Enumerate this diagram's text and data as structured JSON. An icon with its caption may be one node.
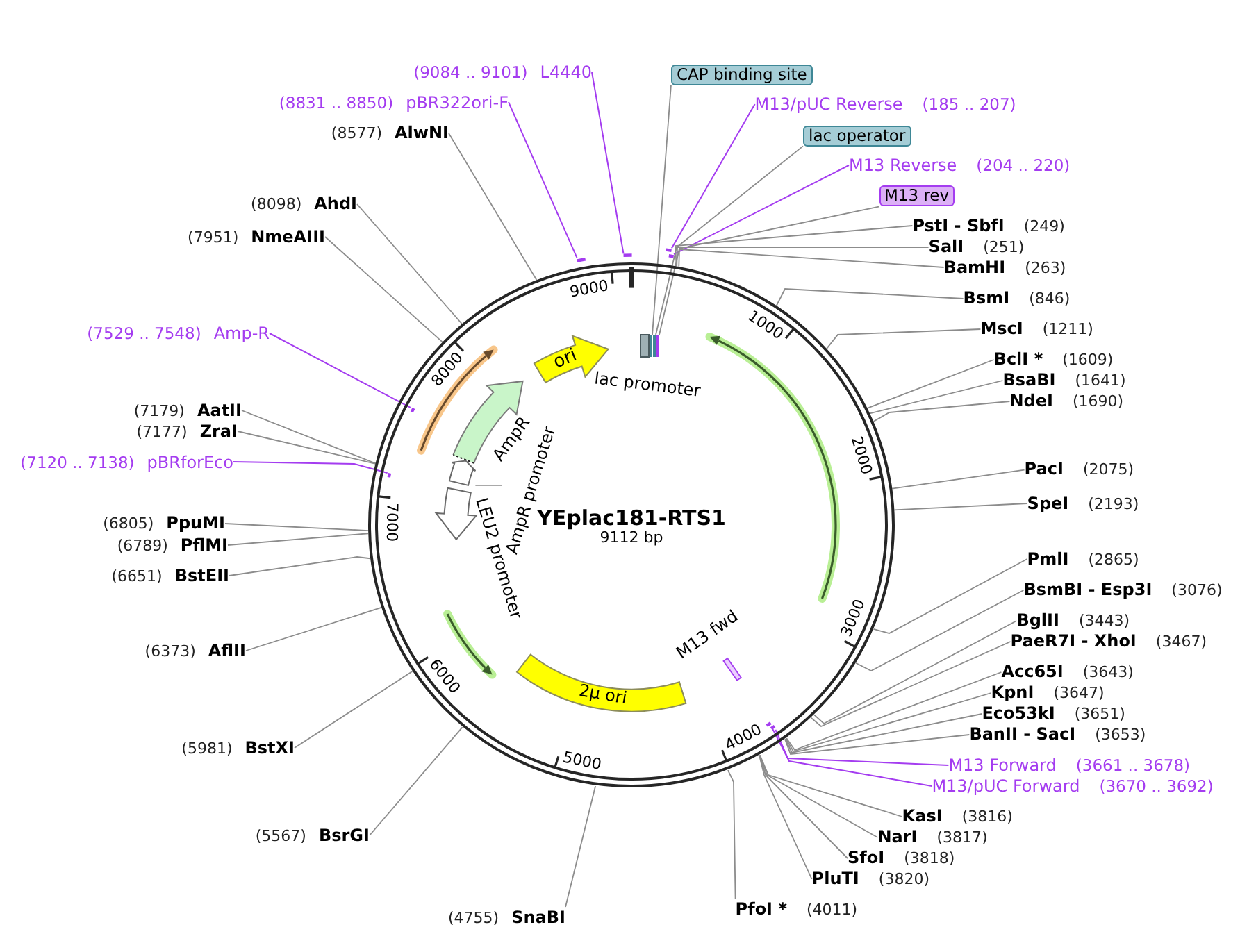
{
  "diagram": {
    "title": "YEplac181-RTS1",
    "nodes": [
      {
        "text": [
          "(9084 .. 9101)",
          "L4440"
        ]
      },
      {
        "text": [
          "(8831 .. 8850)",
          "pBR322ori-F"
        ]
      },
      {
        "text": [
          "(8577)",
          "AlwNI"
        ]
      },
      {
        "text": [
          "(8098)",
          "AhdI"
        ]
      },
      {
        "text": [
          "(7951)",
          "NmeAIII"
        ]
      },
      {
        "text": [
          "(7529 .. 7548)",
          "Amp-R"
        ]
      },
      {
        "text": [
          "(7179)",
          "AatII"
        ]
      },
      {
        "text": [
          "(7177)",
          "ZraI"
        ]
      },
      {
        "text": [
          "(7120 .. 7138)",
          "pBRforEco"
        ]
      },
      {
        "text": [
          "(6805)",
          "PpuMI"
        ]
      },
      {
        "text": [
          "(6789)",
          "PflMI"
        ]
      },
      {
        "text": [
          "(6651)",
          "BstEII"
        ]
      },
      {
        "text": [
          "(6373)",
          "AflII"
        ]
      },
      {
        "text": [
          "(5981)",
          "BstXI"
        ]
      },
      {
        "text": [
          "(5567)",
          "BsrGI"
        ]
      },
      {
        "text": [
          "(4755)",
          "SnaBI"
        ]
      },
      {
        "text": [
          "CAP binding site"
        ]
      },
      {
        "text": [
          "M13/pUC Reverse",
          "(185 .. 207)"
        ]
      },
      {
        "text": [
          "lac operator"
        ]
      },
      {
        "text": [
          "M13 Reverse",
          "(204 .. 220)"
        ]
      },
      {
        "text": [
          "M13 rev"
        ]
      },
      {
        "text": [
          "PstI - SbfI",
          "(249)"
        ]
      },
      {
        "text": [
          "SalI",
          "(251)"
        ]
      },
      {
        "text": [
          "BamHI",
          "(263)"
        ]
      },
      {
        "text": [
          "BsmI",
          "(846)"
        ]
      },
      {
        "text": [
          "MscI",
          "(1211)"
        ]
      },
      {
        "text": [
          "BclI *",
          "(1609)"
        ]
      },
      {
        "text": [
          "BsaBI",
          "(1641)"
        ]
      },
      {
        "text": [
          "NdeI",
          "(1690)"
        ]
      },
      {
        "text": [
          "PacI",
          "(2075)"
        ]
      },
      {
        "text": [
          "SpeI",
          "(2193)"
        ]
      },
      {
        "text": [
          "PmlI",
          "(2865)"
        ]
      },
      {
        "text": [
          "BsmBI - Esp3I",
          "(3076)"
        ]
      },
      {
        "text": [
          "BglII",
          "(3443)"
        ]
      },
      {
        "text": [
          "PaeR7I - XhoI",
          "(3467)"
        ]
      },
      {
        "text": [
          "Acc65I",
          "(3643)"
        ]
      },
      {
        "text": [
          "KpnI",
          "(3647)"
        ]
      },
      {
        "text": [
          "Eco53kI",
          "(3651)"
        ]
      },
      {
        "text": [
          "BanII - SacI",
          "(3653)"
        ]
      },
      {
        "text": [
          "M13 Forward",
          "(3661 .. 3678)"
        ]
      },
      {
        "text": [
          "M13/pUC Forward",
          "(3670 .. 3692)"
        ]
      },
      {
        "text": [
          "KasI",
          "(3816)"
        ]
      },
      {
        "text": [
          "NarI",
          "(3817)"
        ]
      },
      {
        "text": [
          "SfoI",
          "(3818)"
        ]
      },
      {
        "text": [
          "PluTI",
          "(3820)"
        ]
      },
      {
        "text": [
          "PfoI *",
          "(4011)"
        ]
      },
      {
        "text": [],
        "shape": "circle"
      },
      {
        "text": [
          "ori"
        ],
        "in": 46
      },
      {
        "text": [
          "AmpR"
        ],
        "in": 46
      },
      {
        "text": [
          "AmpR promoter"
        ],
        "in": 46
      },
      {
        "text": [],
        "shape": "arrow",
        "in": 46
      },
      {
        "text": [],
        "shape": "arrow",
        "in": 46,
        "beside": [
          "LEU2 promoter"
        ]
      },
      {
        "text": [
          "2μ ori"
        ],
        "in": 46
      },
      {
        "text": [],
        "shape": "box",
        "in": 46
      },
      {
        "text": [],
        "shape": "bar",
        "in": 46
      },
      {
        "text": [],
        "shape": "bar",
        "in": 46
      },
      {
        "text": [],
        "shape": "bar",
        "in": 46
      },
      {
        "text": [],
        "shape": "bar",
        "in": 46,
        "beside": [
          "M13 fwd"
        ]
      },
      {
        "text": [],
        "shape": "bar"
      },
      {
        "text": [],
        "shape": "bar"
      },
      {
        "text": [],
        "shape": "bar",
        "in": 46
      },
      {
        "text": [],
        "shape": "bar",
        "in": 46
      },
      {
        "text": [],
        "shape": "bar"
      },
      {
        "text": [],
        "shape": "bar"
      },
      {
        "text": [],
        "shape": "bar",
        "in": 46
      },
      {
        "text": [],
        "shape": "bar",
        "in": 46
      }
    ],
    "edges": [
      {
        "from": 0,
        "to": 58,
        "arrow": "none",
        "color": "#a43cf0"
      },
      {
        "from": 1,
        "to": 59,
        "arrow": "none",
        "color": "#a43cf0"
      },
      {
        "from": 2,
        "to": 46,
        "arrow": "none"
      },
      {
        "from": 3,
        "to": 46,
        "arrow": "none"
      },
      {
        "from": 4,
        "to": 46,
        "arrow": "none"
      },
      {
        "from": 5,
        "to": 60,
        "arrow": "none",
        "color": "#a43cf0"
      },
      {
        "from": 6,
        "to": 46,
        "arrow": "none"
      },
      {
        "from": 7,
        "to": 46,
        "arrow": "none"
      },
      {
        "from": 8,
        "to": 61,
        "arrow": "none",
        "color": "#a43cf0"
      },
      {
        "from": 9,
        "to": 46,
        "arrow": "none"
      },
      {
        "from": 10,
        "to": 46,
        "arrow": "none"
      },
      {
        "from": 11,
        "to": 46,
        "arrow": "none"
      },
      {
        "from": 12,
        "to": 46,
        "arrow": "none"
      },
      {
        "from": 13,
        "to": 46,
        "arrow": "none"
      },
      {
        "from": 14,
        "to": 46,
        "arrow": "none"
      },
      {
        "from": 15,
        "to": 46,
        "arrow": "none"
      },
      {
        "from": 16,
        "to": 54,
        "arrow": "none"
      },
      {
        "from": 17,
        "to": 62,
        "arrow": "none",
        "color": "#a43cf0"
      },
      {
        "from": 18,
        "to": 55,
        "arrow": "none"
      },
      {
        "from": 19,
        "to": 63,
        "arrow": "none",
        "color": "#a43cf0"
      },
      {
        "from": 20,
        "to": 56,
        "arrow": "none"
      },
      {
        "from": 21,
        "to": 46,
        "arrow": "none"
      },
      {
        "from": 22,
        "to": 46,
        "arrow": "none"
      },
      {
        "from": 23,
        "to": 46,
        "arrow": "none"
      },
      {
        "from": 24,
        "to": 46,
        "arrow": "none"
      },
      {
        "from": 25,
        "to": 46,
        "arrow": "none"
      },
      {
        "from": 26,
        "to": 46,
        "arrow": "none"
      },
      {
        "from": 27,
        "to": 46,
        "arrow": "none"
      },
      {
        "from": 28,
        "to": 46,
        "arrow": "none"
      },
      {
        "from": 29,
        "to": 46,
        "arrow": "none"
      },
      {
        "from": 30,
        "to": 46,
        "arrow": "none"
      },
      {
        "from": 31,
        "to": 46,
        "arrow": "none"
      },
      {
        "from": 32,
        "to": 46,
        "arrow": "none"
      },
      {
        "from": 33,
        "to": 46,
        "arrow": "none"
      },
      {
        "from": 34,
        "to": 46,
        "arrow": "none"
      },
      {
        "from": 35,
        "to": 46,
        "arrow": "none"
      },
      {
        "from": 36,
        "to": 46,
        "arrow": "none"
      },
      {
        "from": 37,
        "to": 46,
        "arrow": "none"
      },
      {
        "from": 38,
        "to": 46,
        "arrow": "none"
      },
      {
        "from": 39,
        "to": 64,
        "arrow": "none",
        "color": "#a43cf0"
      },
      {
        "from": 40,
        "to": 65,
        "arrow": "none",
        "color": "#a43cf0"
      },
      {
        "from": 41,
        "to": 46,
        "arrow": "none"
      },
      {
        "from": 42,
        "to": 46,
        "arrow": "none"
      },
      {
        "from": 43,
        "to": 46,
        "arrow": "none"
      },
      {
        "from": 44,
        "to": 46,
        "arrow": "none"
      },
      {
        "from": 45,
        "to": 46,
        "arrow": "none"
      },
      {
        "from": 49,
        "to": 50,
        "arrow": "none"
      }
    ],
    "labels": [
      "lac promoter",
      "9112 bp",
      "1000",
      "2000",
      "3000",
      "4000",
      "5000",
      "6000",
      "7000",
      "8000",
      "9000"
    ]
  }
}
